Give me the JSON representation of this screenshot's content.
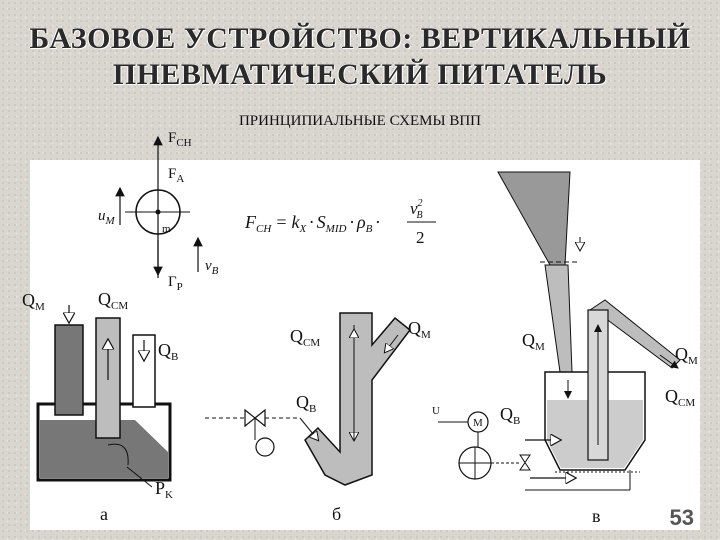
{
  "slide": {
    "title_line1": "БАЗОВОЕ УСТРОЙСТВО: ВЕРТИКАЛЬНЫЙ",
    "title_line2": "ПНЕВМАТИЧЕСКИЙ ПИТАТЕЛЬ",
    "subtitle": "ПРИНЦИПИАЛЬНЫЕ СХЕМЫ ВПП",
    "page_number": "53"
  },
  "force_diagram": {
    "F": "F",
    "sub_CH": "CH",
    "sub_A": "A",
    "u": "u",
    "sub_M": "M",
    "v": "v",
    "sub_B": "B",
    "m": "m",
    "G": "Г",
    "sub_P": "P"
  },
  "formula": {
    "lhs": "F",
    "lhs_sub": "CH",
    "eq": "=",
    "k": "k",
    "k_sub": "X",
    "S": "S",
    "S_sub": "MID",
    "rho": "ρ",
    "rho_sub": "B",
    "dot": "·",
    "num_v": "v",
    "num_sub": "B",
    "num_sup": "2",
    "den": "2"
  },
  "scheme_a": {
    "q": "Q",
    "sub_M": "M",
    "sub_CM": "CM",
    "sub_B": "B",
    "p": "P",
    "sub_K": "K",
    "caption": "а"
  },
  "scheme_b": {
    "q": "Q",
    "sub_CM": "CM",
    "sub_M": "M",
    "sub_B": "B",
    "caption": "б"
  },
  "scheme_v": {
    "q": "Q",
    "sub_M": "M",
    "sub_B": "B",
    "sub_CM": "CM",
    "motor": "M",
    "u": "U",
    "caption": "в"
  }
}
